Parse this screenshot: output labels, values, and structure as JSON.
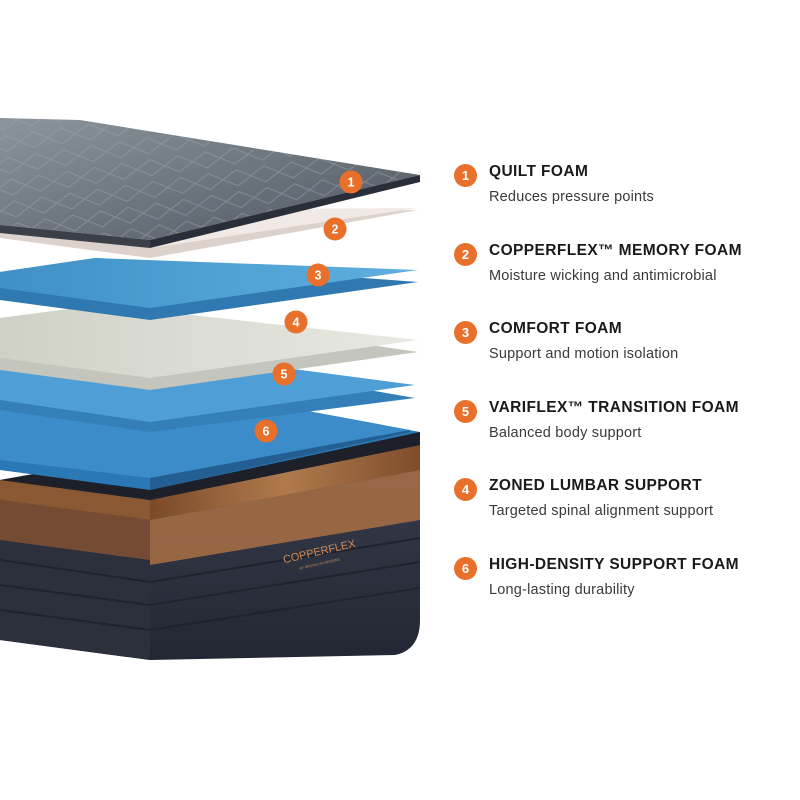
{
  "colors": {
    "accent": "#e8702a",
    "quilt": "#5f6770",
    "memory_foam": "#ece3df",
    "comfort_foam": "#4a9fd1",
    "transition_foam": "#dcdcd4",
    "lumbar": "#3f8fc4",
    "support_foam": "#2f82be",
    "base_cover": "#2c3140",
    "copper": "#9a6438"
  },
  "mattress": {
    "callouts": [
      "1",
      "2",
      "3",
      "4",
      "5",
      "6"
    ],
    "brand": "COPPERFLEX",
    "brand_sub": "BY BROOKLYN BEDDING"
  },
  "layers": [
    {
      "number": "1",
      "title": "QUILT FOAM",
      "description": "Reduces pressure points"
    },
    {
      "number": "2",
      "title": "COPPERFLEX™ MEMORY FOAM",
      "description": "Moisture wicking and antimicrobial"
    },
    {
      "number": "3",
      "title": "COMFORT FOAM",
      "description": "Support and motion isolation"
    },
    {
      "number": "5",
      "title": "VARIFLEX™ TRANSITION FOAM",
      "description": "Balanced body support"
    },
    {
      "number": "4",
      "title": "ZONED LUMBAR SUPPORT",
      "description": "Targeted spinal alignment support"
    },
    {
      "number": "6",
      "title": "HIGH-DENSITY SUPPORT FOAM",
      "description": "Long-lasting durability"
    }
  ]
}
